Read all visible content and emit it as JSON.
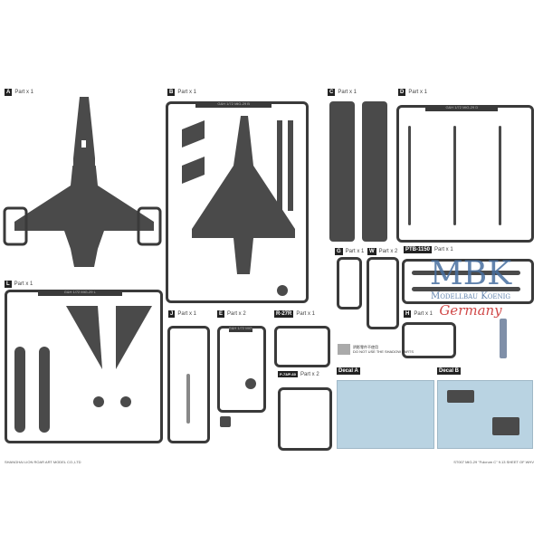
{
  "parts": {
    "A": {
      "tag": "A",
      "label": "Part x 1"
    },
    "B": {
      "tag": "B",
      "label": "Part x 1"
    },
    "C": {
      "tag": "C",
      "label": "Part x 1"
    },
    "D": {
      "tag": "D",
      "label": "Part x 1"
    },
    "G": {
      "tag": "G",
      "label": "Part x 1"
    },
    "W": {
      "tag": "W",
      "label": "Part x 2"
    },
    "PTB": {
      "tag": "PTB-1150",
      "label": "Part x 1"
    },
    "H": {
      "tag": "H",
      "label": "Part x 1"
    },
    "L": {
      "tag": "L",
      "label": "Part x 1"
    },
    "J": {
      "tag": "J",
      "label": "Part x 1"
    },
    "E": {
      "tag": "E",
      "label": "Part x 2"
    },
    "R27R": {
      "tag": "R-27R",
      "label": "Part x 1"
    },
    "R73": {
      "tag": "Р-73/Р-60",
      "label": "Part x 2"
    }
  },
  "sprue_headers": {
    "B": "G&H 1/72 MiG-29 B",
    "D": "G&H 1/72 MiG-29 D",
    "L": "G&H 1/72 MiG-29 L",
    "E": "G&H 1/72 MiG-29 E"
  },
  "note": {
    "cn": "阴影零件不使用",
    "en": "DO NOT USE THE SHADOW PARTS"
  },
  "decals": {
    "a": "Decal A",
    "b": "Decal B"
  },
  "footer": {
    "left": "SHANGHAI LION ROAR ART MODEL CO.,LTD",
    "right": "ST007 MiG-29 \"Fulcrum C\" 9.13 SHEET OF WHV"
  },
  "watermark": {
    "logo": "MBK",
    "line1": "Modellbau Koenig",
    "line2": "Germany"
  }
}
